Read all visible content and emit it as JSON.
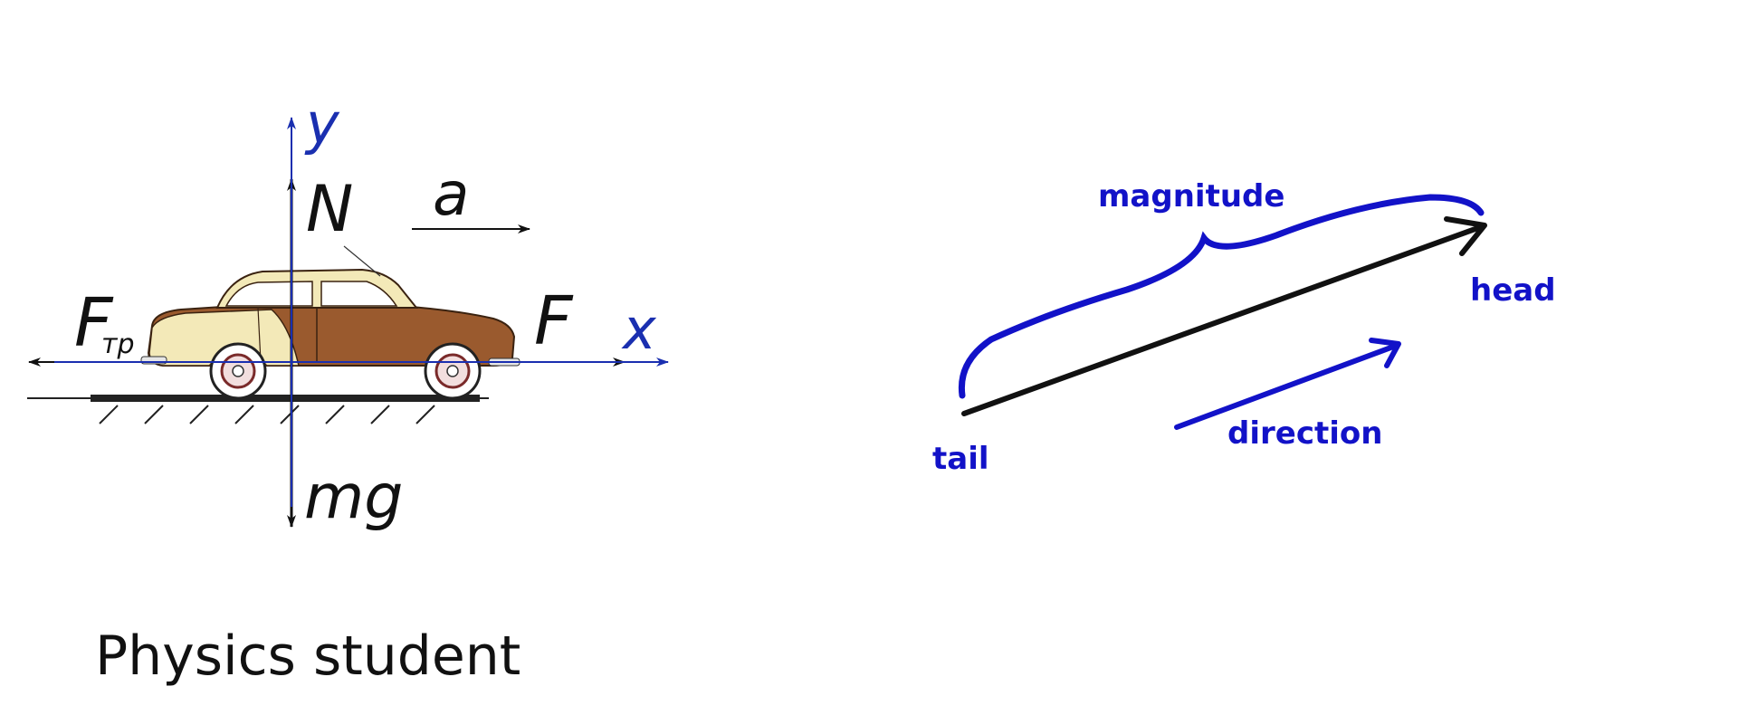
{
  "colors": {
    "axis": "#1a2fb0",
    "force": "#111111",
    "vector_annotation": "#1212c8",
    "car_body": "#9a5a2e",
    "car_top": "#f3e9b8",
    "ground": "#222222"
  },
  "free_body_diagram": {
    "axis_y_label": "y",
    "axis_x_label": "x",
    "normal_force_label": "N",
    "acceleration_label": "a",
    "friction_force_label": "F",
    "friction_subscript": "тр",
    "applied_force_label": "F",
    "gravity_label": "mg"
  },
  "vector_diagram": {
    "magnitude_label": "magnitude",
    "head_label": "head",
    "tail_label": "tail",
    "direction_label": "direction"
  },
  "caption": "Physics student"
}
